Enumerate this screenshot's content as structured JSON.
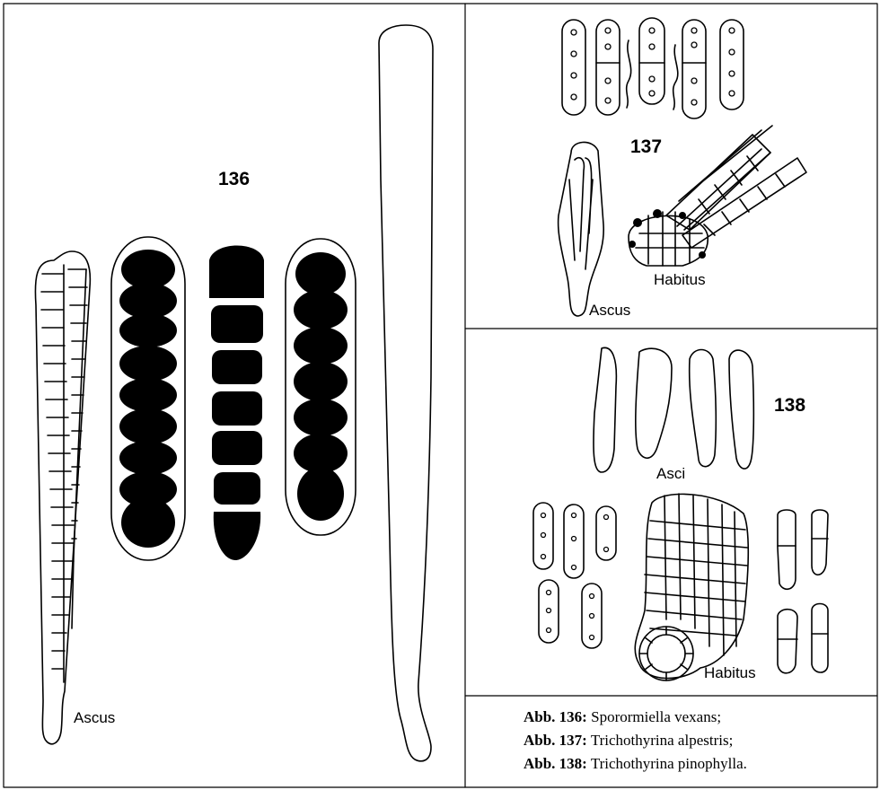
{
  "figures": {
    "fig136": {
      "number": "136",
      "label_ascus": "Ascus"
    },
    "fig137": {
      "number": "137",
      "label_ascus": "Ascus",
      "label_habitus": "Habitus"
    },
    "fig138": {
      "number": "138",
      "label_asci": "Asci",
      "label_habitus": "Habitus"
    }
  },
  "caption": [
    {
      "ref": "Abb. 136:",
      "species": "Sporormiella vexans;"
    },
    {
      "ref": "Abb. 137:",
      "species": "Trichothyrina alpestris;"
    },
    {
      "ref": "Abb. 138:",
      "species": "Trichothyrina pinophylla."
    }
  ]
}
